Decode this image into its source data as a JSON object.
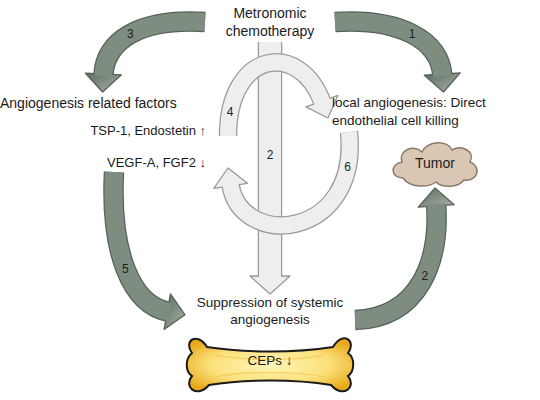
{
  "diagram": {
    "nodes": [
      {
        "text": [
          "Metronomic chemotherapy"
        ]
      },
      {
        "text": [
          "Angiogenesis related factors",
          "TSP-1, Endostetin ↑",
          "VEGF-A, FGF2 ↓"
        ]
      },
      {
        "text": [
          "local angiogenesis: Direct endothelial cell killing"
        ]
      },
      {
        "text": [
          "Tumor"
        ]
      },
      {
        "text": [
          "Suppression of systemic angiogenesis",
          "CEPs ↓"
        ]
      }
    ],
    "edges": [
      {
        "from": 0,
        "to": 2,
        "arrow": "to",
        "label": "1"
      },
      {
        "from": 0,
        "to": 1,
        "arrow": "to",
        "label": "3"
      },
      {
        "from": 0,
        "to": 4,
        "arrow": "to",
        "label": "2"
      },
      {
        "from": 1,
        "to": 4,
        "arrow": "to",
        "label": "5"
      },
      {
        "from": 4,
        "to": 3,
        "arrow": "to",
        "label": "2"
      },
      {
        "from": 1,
        "to": 2,
        "arrow": "to",
        "label": "4"
      },
      {
        "from": 2,
        "to": 1,
        "arrow": "to",
        "label": "6"
      }
    ]
  }
}
